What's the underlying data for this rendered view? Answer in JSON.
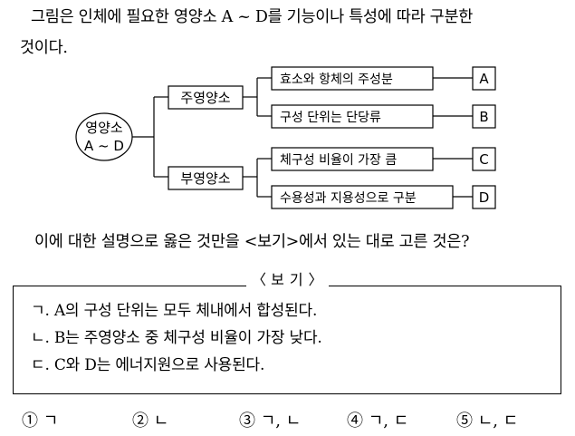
{
  "question": {
    "line1": "그림은 인체에 필요한 영양소 A ~ D를 기능이나 특성에 따라 구분한",
    "line2": "것이다."
  },
  "diagram": {
    "root": {
      "line1": "영양소",
      "line2": "A ~ D"
    },
    "groups": [
      {
        "label": "주영양소",
        "items": [
          {
            "text": "효소와 항체의 주성분",
            "letter": "A"
          },
          {
            "text": "구성 단위는 단당류",
            "letter": "B"
          }
        ]
      },
      {
        "label": "부영양소",
        "items": [
          {
            "text": "체구성 비율이 가장 큼",
            "letter": "C"
          },
          {
            "text": "수용성과 지용성으로 구분",
            "letter": "D"
          }
        ]
      }
    ]
  },
  "sub_question": "이에 대한 설명으로 옳은 것만을 <보기>에서 있는 대로 고른 것은?",
  "bogi": {
    "title": "보기",
    "items": [
      "ㄱ. A의 구성 단위는 모두 체내에서 합성된다.",
      "ㄴ. B는 주영양소 중 체구성 비율이 가장 낮다.",
      "ㄷ. C와 D는 에너지원으로 사용된다."
    ]
  },
  "choices": [
    "① ㄱ",
    "② ㄴ",
    "③ ㄱ, ㄴ",
    "④ ㄱ, ㄷ",
    "⑤ ㄴ, ㄷ"
  ]
}
